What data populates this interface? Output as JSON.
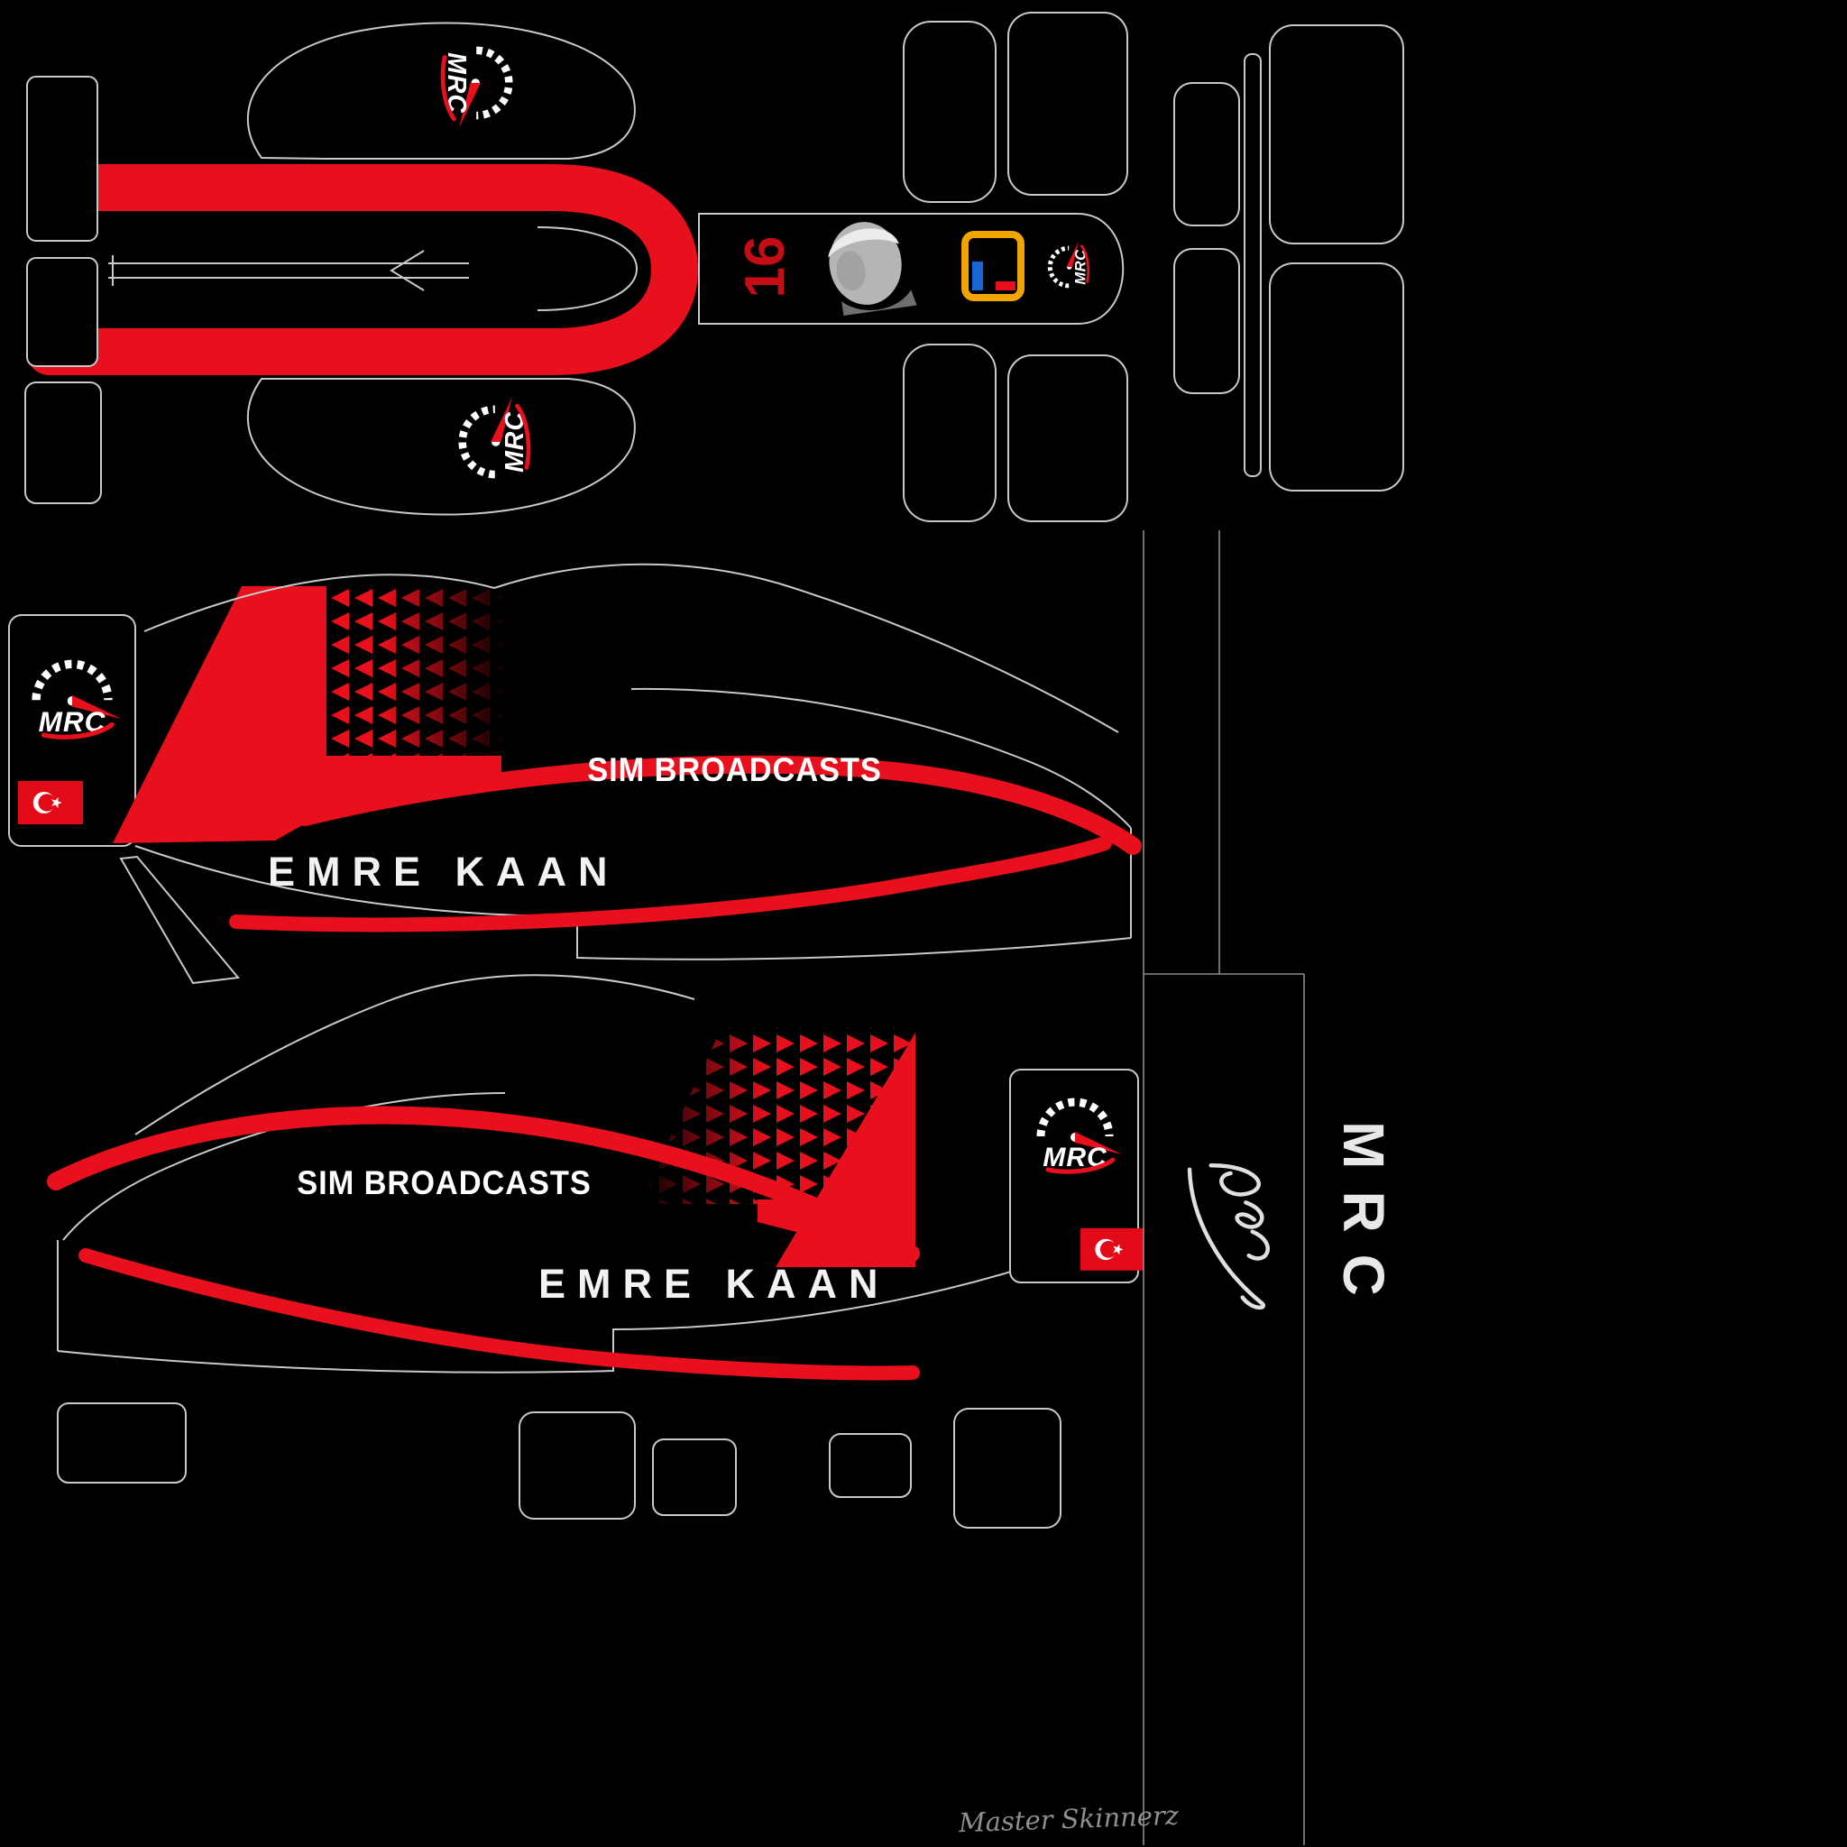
{
  "colors": {
    "background": "#000000",
    "panel_outline": "#c9c9c9",
    "accent_red": "#e8101c",
    "number_red": "#c40d14",
    "flag_red": "#e30a17",
    "logo_orange": "#f0a500",
    "logo_blue": "#1766d8",
    "text_white": "#f2f2f2",
    "watermark_gray": "#8f8f8f"
  },
  "logos": {
    "mrc_label": "MRC",
    "mrc_icon": "mrc-speedometer-logo",
    "turkish_flag_icon": "turkish-flag",
    "portrait_icon": "ataturk-portrait",
    "nose_logo_icon": "orange-frame-sponsor-logo"
  },
  "top_view": {
    "car_number": "16"
  },
  "side_view_upper": {
    "sponsor": "SIM BROADCASTS",
    "driver_name": "EMRE KAAN"
  },
  "side_view_lower": {
    "sponsor": "SIM BROADCASTS",
    "driver_name": "EMRE KAAN"
  },
  "right_column": {
    "brand_vertical": "MRC",
    "signature_icon": "handwritten-signature"
  },
  "footer": {
    "watermark": "Master Skinnerz"
  }
}
